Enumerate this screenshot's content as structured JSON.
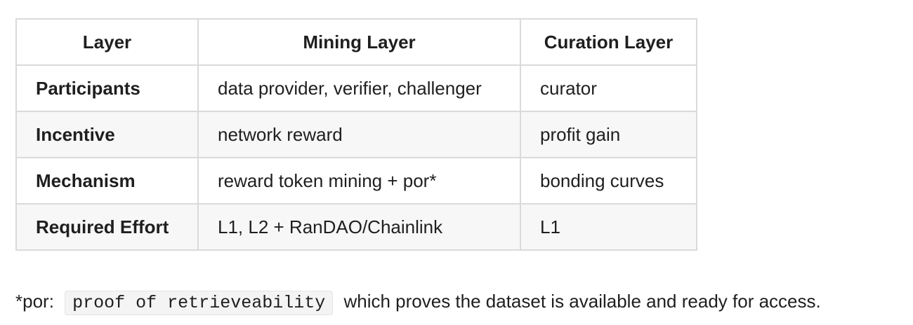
{
  "table": {
    "headers": [
      "Layer",
      "Mining Layer",
      "Curation Layer"
    ],
    "rows": [
      [
        "Participants",
        "data provider, verifier, challenger",
        "curator"
      ],
      [
        "Incentive",
        "network reward",
        "profit gain"
      ],
      [
        "Mechanism",
        "reward token mining + por*",
        "bonding curves"
      ],
      [
        "Required Effort",
        "L1, L2 + RanDAO/Chainlink",
        "L1"
      ]
    ]
  },
  "footnote": {
    "prefix": "*por:",
    "code": "proof of retrieveability",
    "suffix": "which proves the dataset is available and ready for access."
  }
}
